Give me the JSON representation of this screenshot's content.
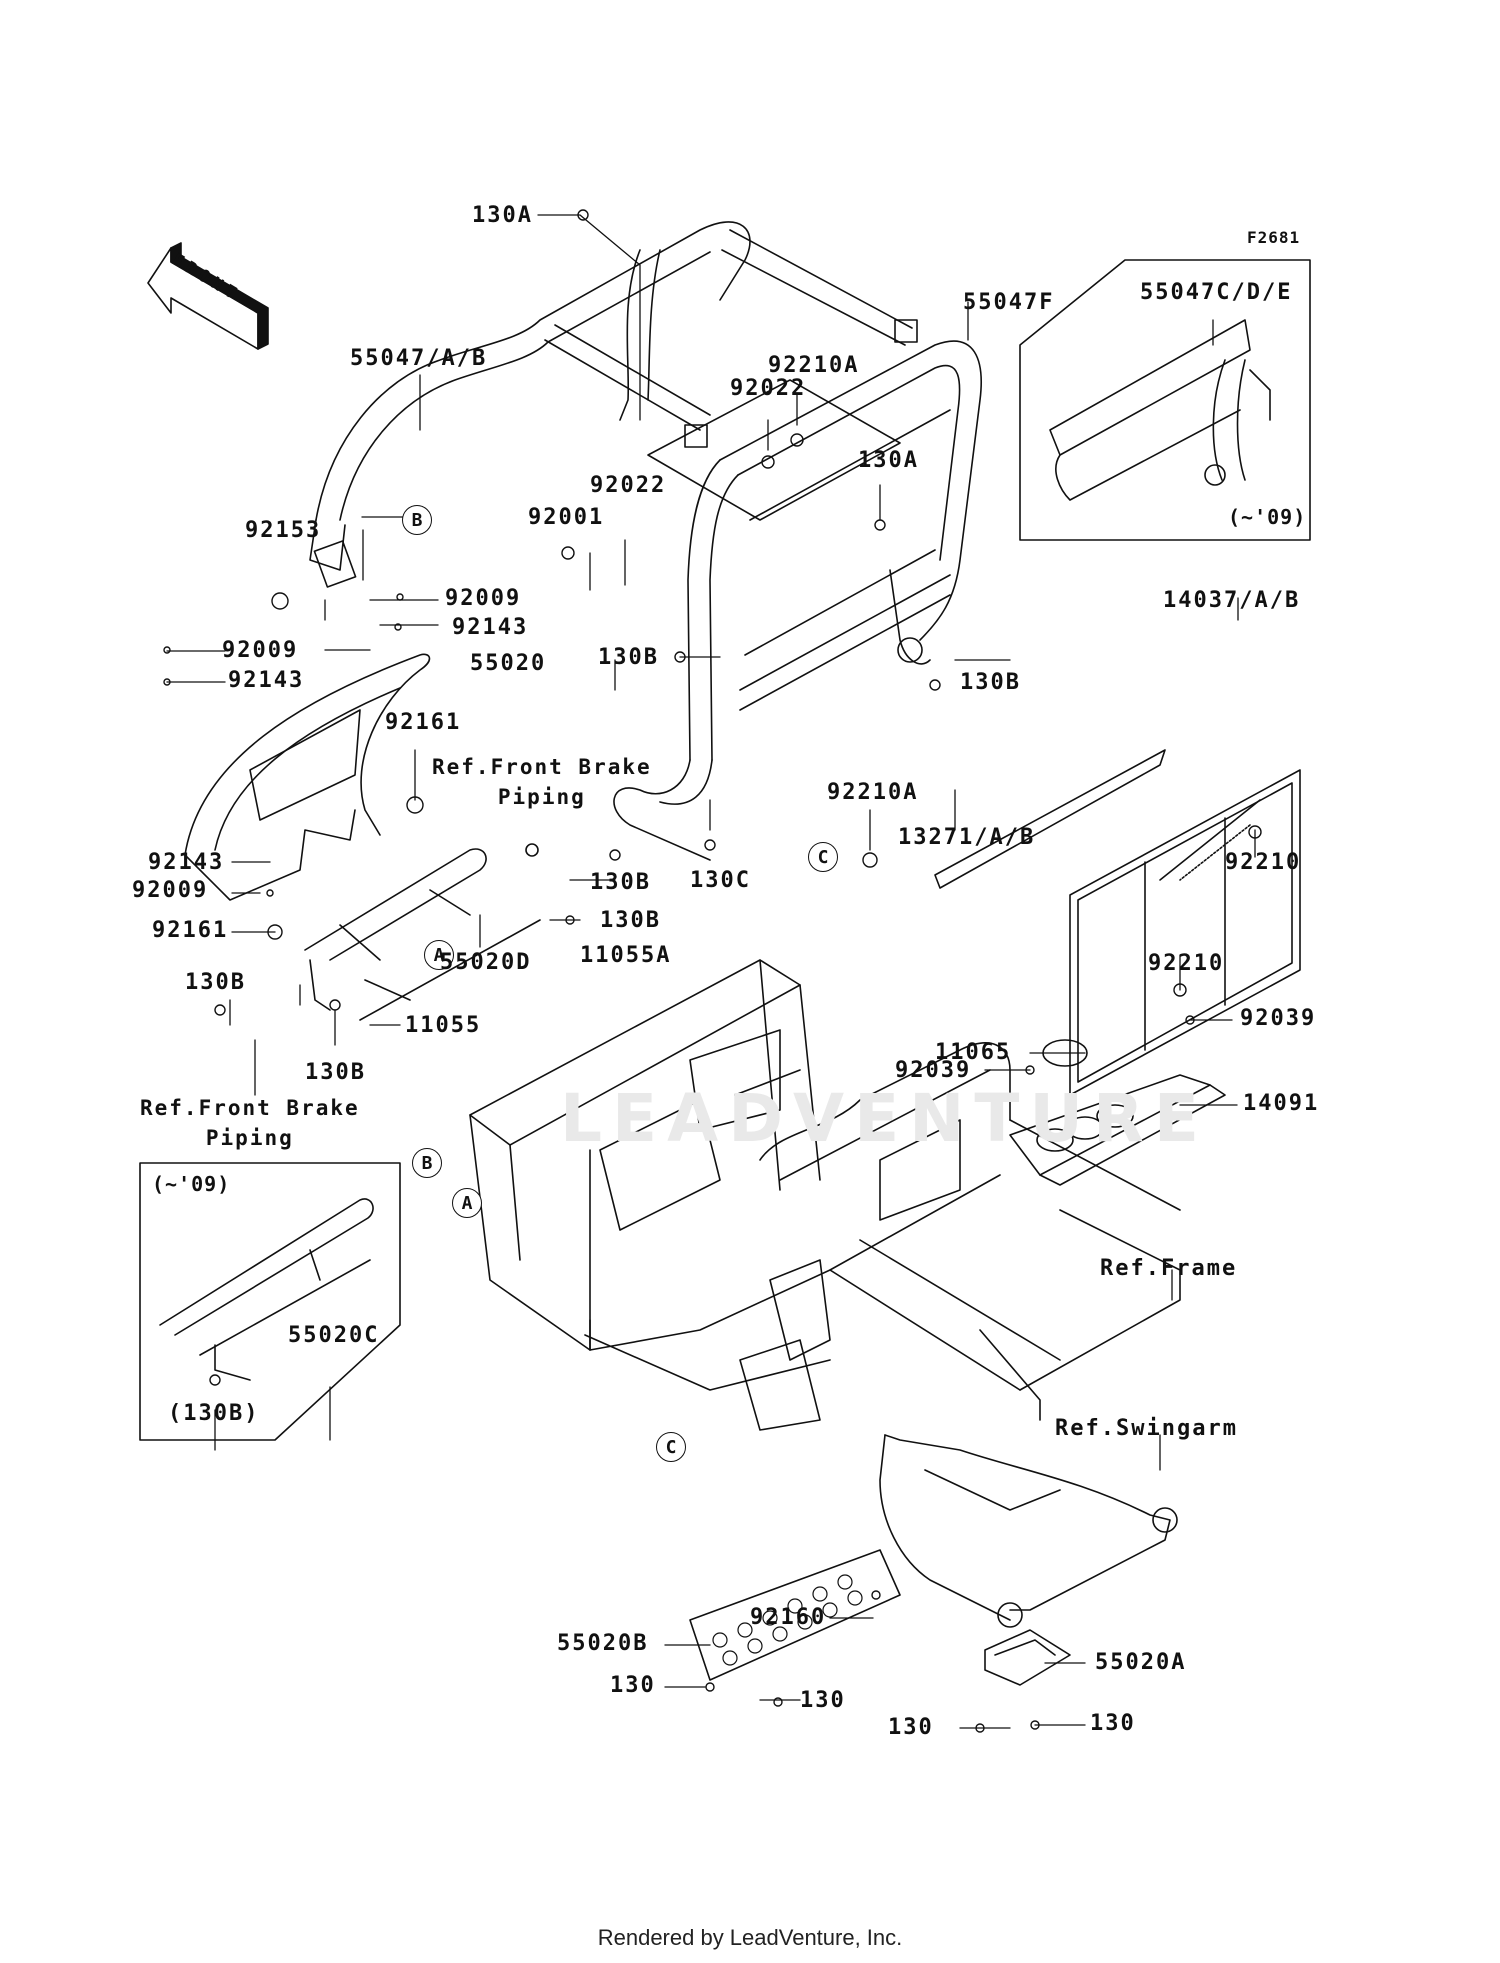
{
  "figure_id": "F2681",
  "front_indicator": "FRONT",
  "watermark": "LEADVENTURE",
  "footer": "Rendered by LeadVenture, Inc.",
  "callouts": [
    "A",
    "B",
    "C"
  ],
  "inset_notes": {
    "upper_right": "(~'09)",
    "lower_left": "(~'09)"
  },
  "parts": {
    "p130A_top": "130A",
    "p55047AB": "55047/A/B",
    "p55047F": "55047F",
    "p55047CDE": "55047C/D/E",
    "p92210A_top": "92210A",
    "p92022_top": "92022",
    "p92022_mid": "92022",
    "p130A_mid": "130A",
    "p92001": "92001",
    "p92153": "92153",
    "p92009_a": "92009",
    "p92143_a": "92143",
    "p92009_b": "92009",
    "p92143_b": "92143",
    "p55020": "55020",
    "p14037AB": "14037/A/B",
    "p130B_a": "130B",
    "p130B_b": "130B",
    "p92161_a": "92161",
    "p92210A_mid": "92210A",
    "p13271AB": "13271/A/B",
    "p130C": "130C",
    "p92210_a": "92210",
    "p92210_b": "92210",
    "p92143_c": "92143",
    "p92009_c": "92009",
    "p130B_c": "130B",
    "p92161_b": "92161",
    "p130B_d": "130B",
    "p11055A": "11055A",
    "p55020D": "55020D",
    "p130B_e": "130B",
    "p11055": "11055",
    "p130B_f": "130B",
    "p11065": "11065",
    "p92039_a": "92039",
    "p92039_b": "92039",
    "p14091": "14091",
    "p55020C": "55020C",
    "p130B_paren": "(130B)",
    "p92160": "92160",
    "p55020B": "55020B",
    "p130_a": "130",
    "p130_b": "130",
    "p55020A": "55020A",
    "p130_c": "130",
    "p130_d": "130"
  },
  "references": {
    "front_brake_piping_upper": "Ref.Front Brake\nPiping",
    "front_brake_piping_lower": "Ref.Front Brake\nPiping",
    "frame": "Ref.Frame",
    "swingarm": "Ref.Swingarm"
  }
}
